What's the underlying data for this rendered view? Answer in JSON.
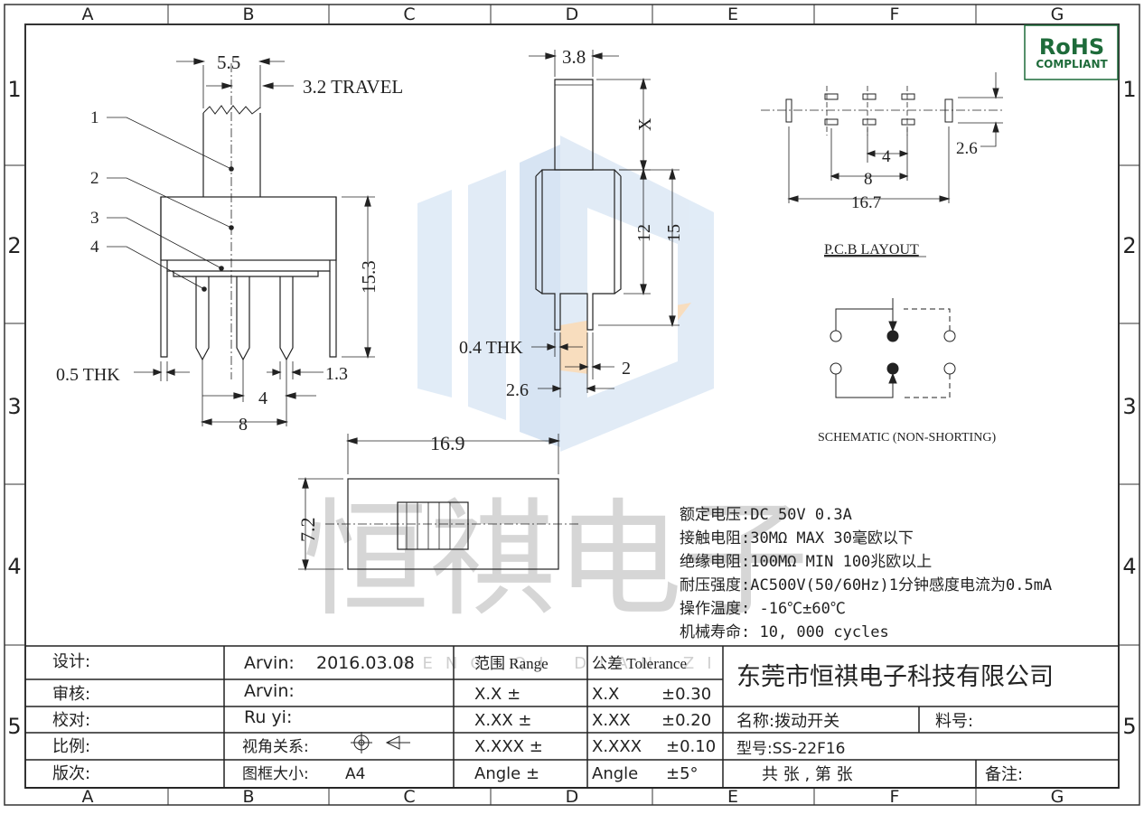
{
  "frame": {
    "cols": [
      "A",
      "B",
      "C",
      "D",
      "E",
      "F",
      "G"
    ],
    "rows": [
      "1",
      "2",
      "3",
      "4",
      "5"
    ]
  },
  "rohs": {
    "line1": "RoHS",
    "line2": "COMPLIANT",
    "color": "#1e6b3a"
  },
  "side_view": {
    "labels": [
      "1",
      "2",
      "3",
      "4"
    ],
    "dim_width": "5.5",
    "dim_travel": "3.2  TRAVEL",
    "dim_height": "15.3",
    "dim_thk": "0.5  THK",
    "dim_pin": "1.3",
    "dim_pitch4": "4",
    "dim_pitch8": "8"
  },
  "front_view": {
    "dim_top": "3.8",
    "dim_x": "X",
    "dim_12": "12",
    "dim_15": "15",
    "dim_thk": "0.4  THK",
    "dim_2": "2",
    "dim_26": "2.6"
  },
  "top_view": {
    "dim_len": "16.9",
    "dim_w": "7.2"
  },
  "pcb": {
    "title": "P.C.B  LAYOUT",
    "dim_4": "4",
    "dim_8": "8",
    "dim_167": "16.7",
    "dim_26": "2.6"
  },
  "schematic": {
    "title": "SCHEMATIC (NON-SHORTING)"
  },
  "specs": [
    "额定电压:DC  50V  0.3A",
    "接触电阻:30MΩ  MAX  30毫欧以下",
    "绝缘电阻:100MΩ  MIN  100兆欧以上",
    "耐压强度:AC500V(50/60Hz)1分钟感度电流为0.5mA",
    "操作温度: -16℃±60℃",
    "机械寿命: 10, 000  cycles"
  ],
  "watermark": {
    "text": "恒祺电子",
    "sub": "HENG QI DIAN ZI"
  },
  "title_block": {
    "labels": [
      "设计:",
      "审核:",
      "校对:",
      "比例:",
      "版次:"
    ],
    "designer": "Arvin:",
    "date": "2016.03.08",
    "checker": "Arvin:",
    "proof": "Ru  yi:",
    "view_relation": "视角关系:",
    "frame_size": "图框大小:",
    "frame_size_val": "A4",
    "range_header": "范围 Range",
    "tol_header": "公差 Tolerance",
    "ranges": [
      "X.X    ±",
      "X.XX    ±",
      "X.XXX  ±",
      "Angle  ±"
    ],
    "tol_names": [
      "X.X",
      "X.XX",
      "X.XXX",
      "Angle"
    ],
    "tol_vals": [
      "±0.30",
      "±0.20",
      "±0.10",
      "±5°"
    ],
    "company": "东莞市恒祺电子科技有限公司",
    "name_label": "名称:拨动开关",
    "material_label": "料号:",
    "model": "型号:SS-22F16",
    "sheets": "共    张  ,  第    张",
    "remark": "备注:"
  }
}
